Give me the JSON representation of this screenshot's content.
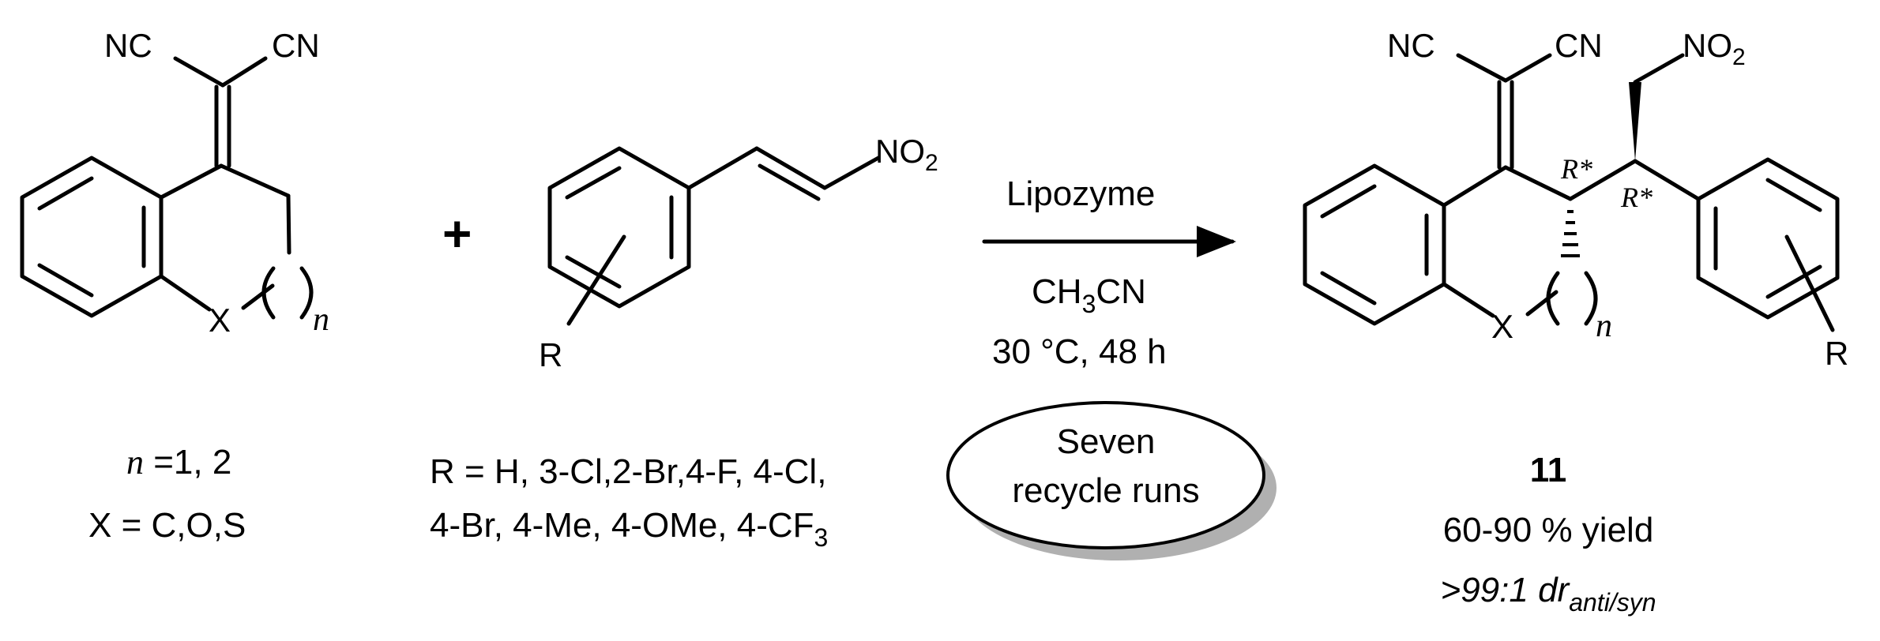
{
  "reactant1": {
    "cn_left": "NC",
    "cn_right": "CN",
    "heteroatom": "X",
    "n_sub": "n",
    "n_label_italic": "n",
    "n_label_value": " =1, 2",
    "x_label": "X = C,O,S"
  },
  "plus": "+",
  "reactant2": {
    "no2_main": "NO",
    "no2_sub": "2",
    "r_group": "R",
    "r_list_line1": "R = H, 3-Cl,2-Br,4-F,  4-Cl,",
    "r_list_line2_main": "4-Br, 4-Me, 4-OMe, 4-CF",
    "r_list_line2_sub": "3"
  },
  "conditions": {
    "catalyst": "Lipozyme",
    "solvent_main": "CH",
    "solvent_sub": "3",
    "solvent_tail": "CN",
    "temp_time": "30 °C, 48 h",
    "recycle_line1": "Seven",
    "recycle_line2": "recycle runs"
  },
  "product": {
    "cn_left": "NC",
    "cn_right": "CN",
    "no2_main": "NO",
    "no2_sub": "2",
    "stereo1": "R*",
    "stereo2": "R*",
    "heteroatom": "X",
    "n_sub": "n",
    "r_group": "R",
    "compound_number": "11",
    "yield": "60-90 % yield",
    "dr_main": ">99:1 dr",
    "dr_sub": "anti/syn"
  }
}
